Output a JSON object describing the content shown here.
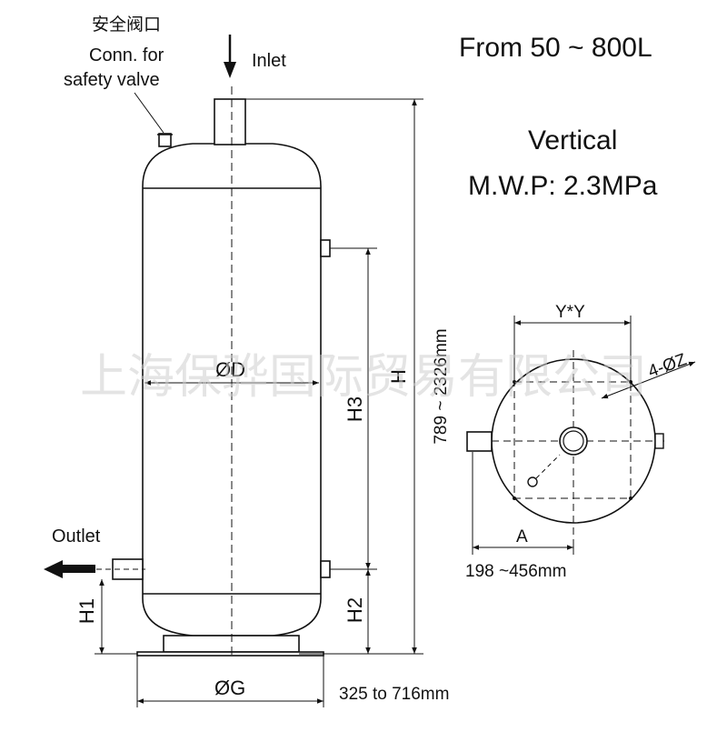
{
  "labels": {
    "safety_conn_cn": "安全阀口",
    "safety_conn_en_line1": "Conn. for",
    "safety_conn_en_line2": "safety valve",
    "inlet": "Inlet",
    "outlet": "Outlet",
    "capacity": "From 50 ~ 800L",
    "orientation": "Vertical",
    "mwp": "M.W.P: 2.3MPa",
    "watermark": "上海保骅国际贸易有限公司"
  },
  "dimensions": {
    "diameter_d": "ØD",
    "base_g": "ØG",
    "height_h": "H",
    "h1": "H1",
    "h2": "H2",
    "h3": "H3",
    "height_range": "789 ~ 2326mm",
    "base_range": "325 to 716mm",
    "flange_yy": "Y*Y",
    "bolt_holes": "4-ØZ",
    "dim_a": "A",
    "a_range": "198 ~456mm"
  }
}
